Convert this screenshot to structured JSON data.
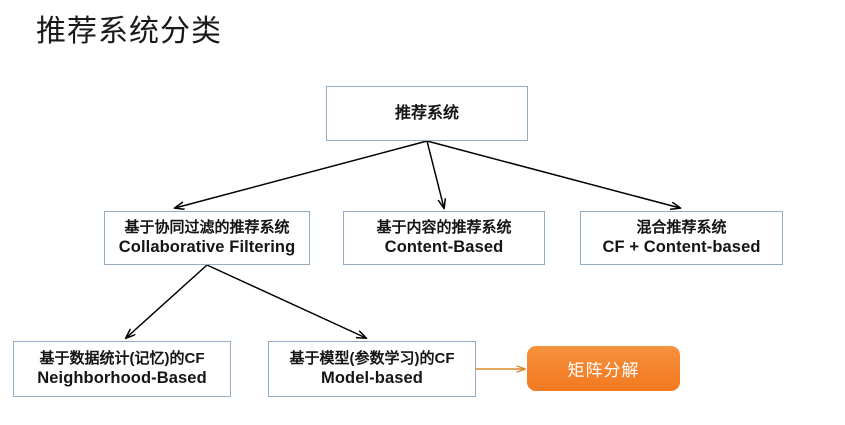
{
  "slide": {
    "title": "推荐系统分类",
    "background_color": "#ffffff",
    "box_border_color": "#93aec4",
    "text_color": "#151515",
    "accent_color": "#f4852f",
    "accent_text_color": "#ffffff",
    "connector_color": "#000000",
    "accent_connector_color": "#d98829"
  },
  "diagram": {
    "type": "tree",
    "root": {
      "id": "root",
      "cn": "推荐系统",
      "en": ""
    },
    "level2": [
      {
        "id": "collaborative-filtering",
        "cn": "基于协同过滤的推荐系统",
        "en": "Collaborative Filtering"
      },
      {
        "id": "content-based",
        "cn": "基于内容的推荐系统",
        "en": "Content-Based"
      },
      {
        "id": "hybrid",
        "cn": "混合推荐系统",
        "en": "CF + Content-based"
      }
    ],
    "level3": [
      {
        "id": "neighborhood-based",
        "cn": "基于数据统计(记忆)的CF",
        "en": "Neighborhood-Based"
      },
      {
        "id": "model-based",
        "cn": "基于模型(参数学习)的CF",
        "en": "Model-based"
      }
    ],
    "highlight": {
      "id": "matrix-factorization",
      "cn": "矩阵分解"
    },
    "edges": [
      {
        "from": "root",
        "to": "collaborative-filtering"
      },
      {
        "from": "root",
        "to": "content-based"
      },
      {
        "from": "root",
        "to": "hybrid"
      },
      {
        "from": "collaborative-filtering",
        "to": "neighborhood-based"
      },
      {
        "from": "collaborative-filtering",
        "to": "model-based"
      },
      {
        "from": "model-based",
        "to": "matrix-factorization"
      }
    ]
  }
}
